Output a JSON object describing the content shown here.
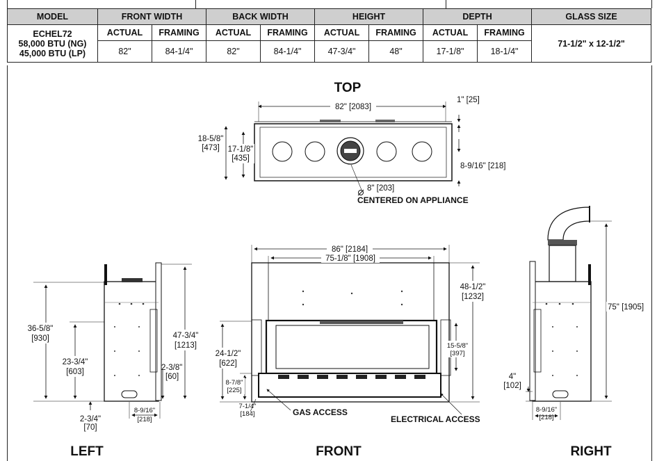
{
  "table": {
    "headers": {
      "model": "MODEL",
      "front_width": "FRONT WIDTH",
      "back_width": "BACK WIDTH",
      "height": "HEIGHT",
      "depth": "DEPTH",
      "glass_size": "GLASS SIZE"
    },
    "sub": {
      "actual": "ACTUAL",
      "framing": "FRAMING"
    },
    "model_name": "ECHEL72",
    "model_btu_ng": "58,000 BTU (NG)",
    "model_btu_lp": "45,000 BTU (LP)",
    "values": {
      "front_actual": "82\"",
      "front_framing": "84-1/4\"",
      "back_actual": "82\"",
      "back_framing": "84-1/4\"",
      "height_actual": "47-3/4\"",
      "height_framing": "48\"",
      "depth_actual": "17-1/8\"",
      "depth_framing": "18-1/4\"",
      "glass": "71-1/2\" x 12-1/2\""
    }
  },
  "views": {
    "top": "TOP",
    "left": "LEFT",
    "front": "FRONT",
    "right": "RIGHT"
  },
  "top_dims": {
    "width": "82\" [2083]",
    "flange": "1\" [25]",
    "depth_outer_in": "18-5/8\"",
    "depth_outer_mm": "[473]",
    "depth_inner_in": "17-1/8\"",
    "depth_inner_mm": "[435]",
    "offset": "8-9/16\" [218]",
    "vent": "8\" [203]",
    "centered": "CENTERED ON APPLIANCE"
  },
  "front_dims": {
    "outer": "86\" [2184]",
    "inner": "75-1/8\" [1908]",
    "height_in": "48-1/2\"",
    "height_mm": "[1232]",
    "glass_in": "15-5/8\"",
    "glass_mm": "[397]",
    "base_in": "24-1/2\"",
    "base_mm": "[622]",
    "gas_in": "8-7/8\"",
    "gas_mm": "[225]",
    "bottom_in": "7-1/4\"",
    "bottom_mm": "[184]",
    "gas_access": "GAS ACCESS",
    "elec_access": "ELECTRICAL ACCESS"
  },
  "left_dims": {
    "h1_in": "36-5/8\"",
    "h1_mm": "[930]",
    "h2_in": "23-3/4\"",
    "h2_mm": "[603]",
    "total_in": "47-3/4\"",
    "total_mm": "[1213]",
    "side_in": "2-3/8\"",
    "side_mm": "[60]",
    "bottom_in": "2-3/4\"",
    "bottom_mm": "[70]",
    "depth_in": "8-9/16\"",
    "depth_mm": "[218]"
  },
  "right_dims": {
    "total": "75\" [1905]",
    "low_in": "4\"",
    "low_mm": "[102]",
    "depth_in": "8-9/16\"",
    "depth_mm": "[218]"
  }
}
